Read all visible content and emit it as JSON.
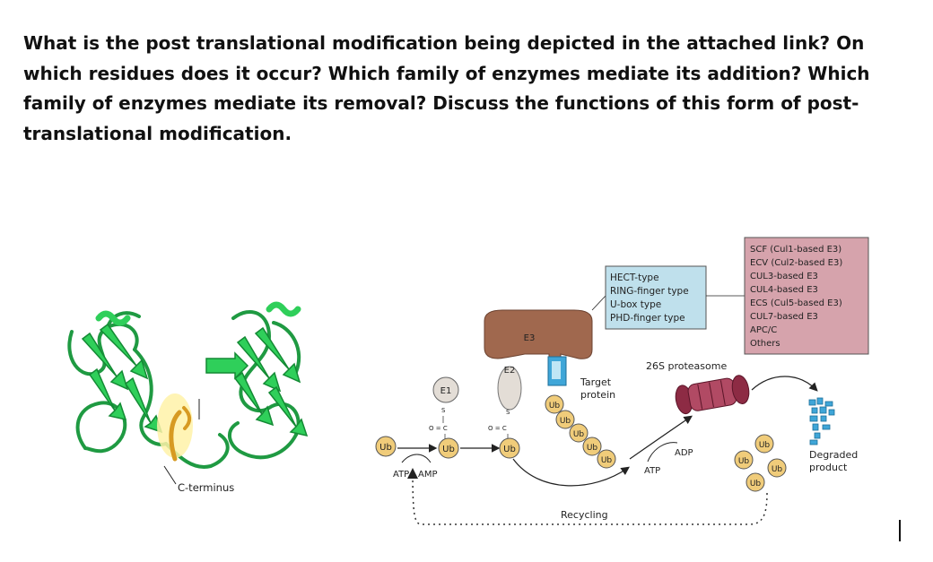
{
  "question": {
    "text": "What is the post translational modification being depicted in the attached link? On which residues does it occur? Which family of enzymes mediate its addition? Which family of enzymes mediate its removal? Discuss the functions of this form of post-translational modification."
  },
  "figure": {
    "structure_label": "C-terminus",
    "ub": "Ub",
    "e1": "E1",
    "e2": "E2",
    "e3": "E3",
    "atp": "ATP",
    "amp": "AMP",
    "adp": "ADP",
    "target_line1": "Target",
    "target_line2": "protein",
    "proteasome": "26S proteasome",
    "degraded_line1": "Degraded",
    "degraded_line2": "product",
    "recycling": "Recycling",
    "thioester_s": "S",
    "thioester_oc": "O = C",
    "e3_types": [
      "HECT-type",
      "RING-finger type",
      "U-box type",
      "PHD-finger type"
    ],
    "e3_complexes": [
      "SCF (Cul1-based E3)",
      "ECV (Cul2-based E3)",
      "CUL3-based E3",
      "CUL4-based E3",
      "ECS (Cul5-based E3)",
      "CUL7-based E3",
      "APC/C",
      "Others"
    ]
  },
  "colors": {
    "ribbon": "#2fcf5a",
    "ribbon_dark": "#138a34",
    "ub_circle": "#f0cc7a",
    "e3_brown": "#a0684e",
    "target_blue": "#3fa6d8",
    "types_box": "#bfe0ec",
    "complexes_box": "#d6a3ac",
    "proteasome": "#8d2b44"
  }
}
